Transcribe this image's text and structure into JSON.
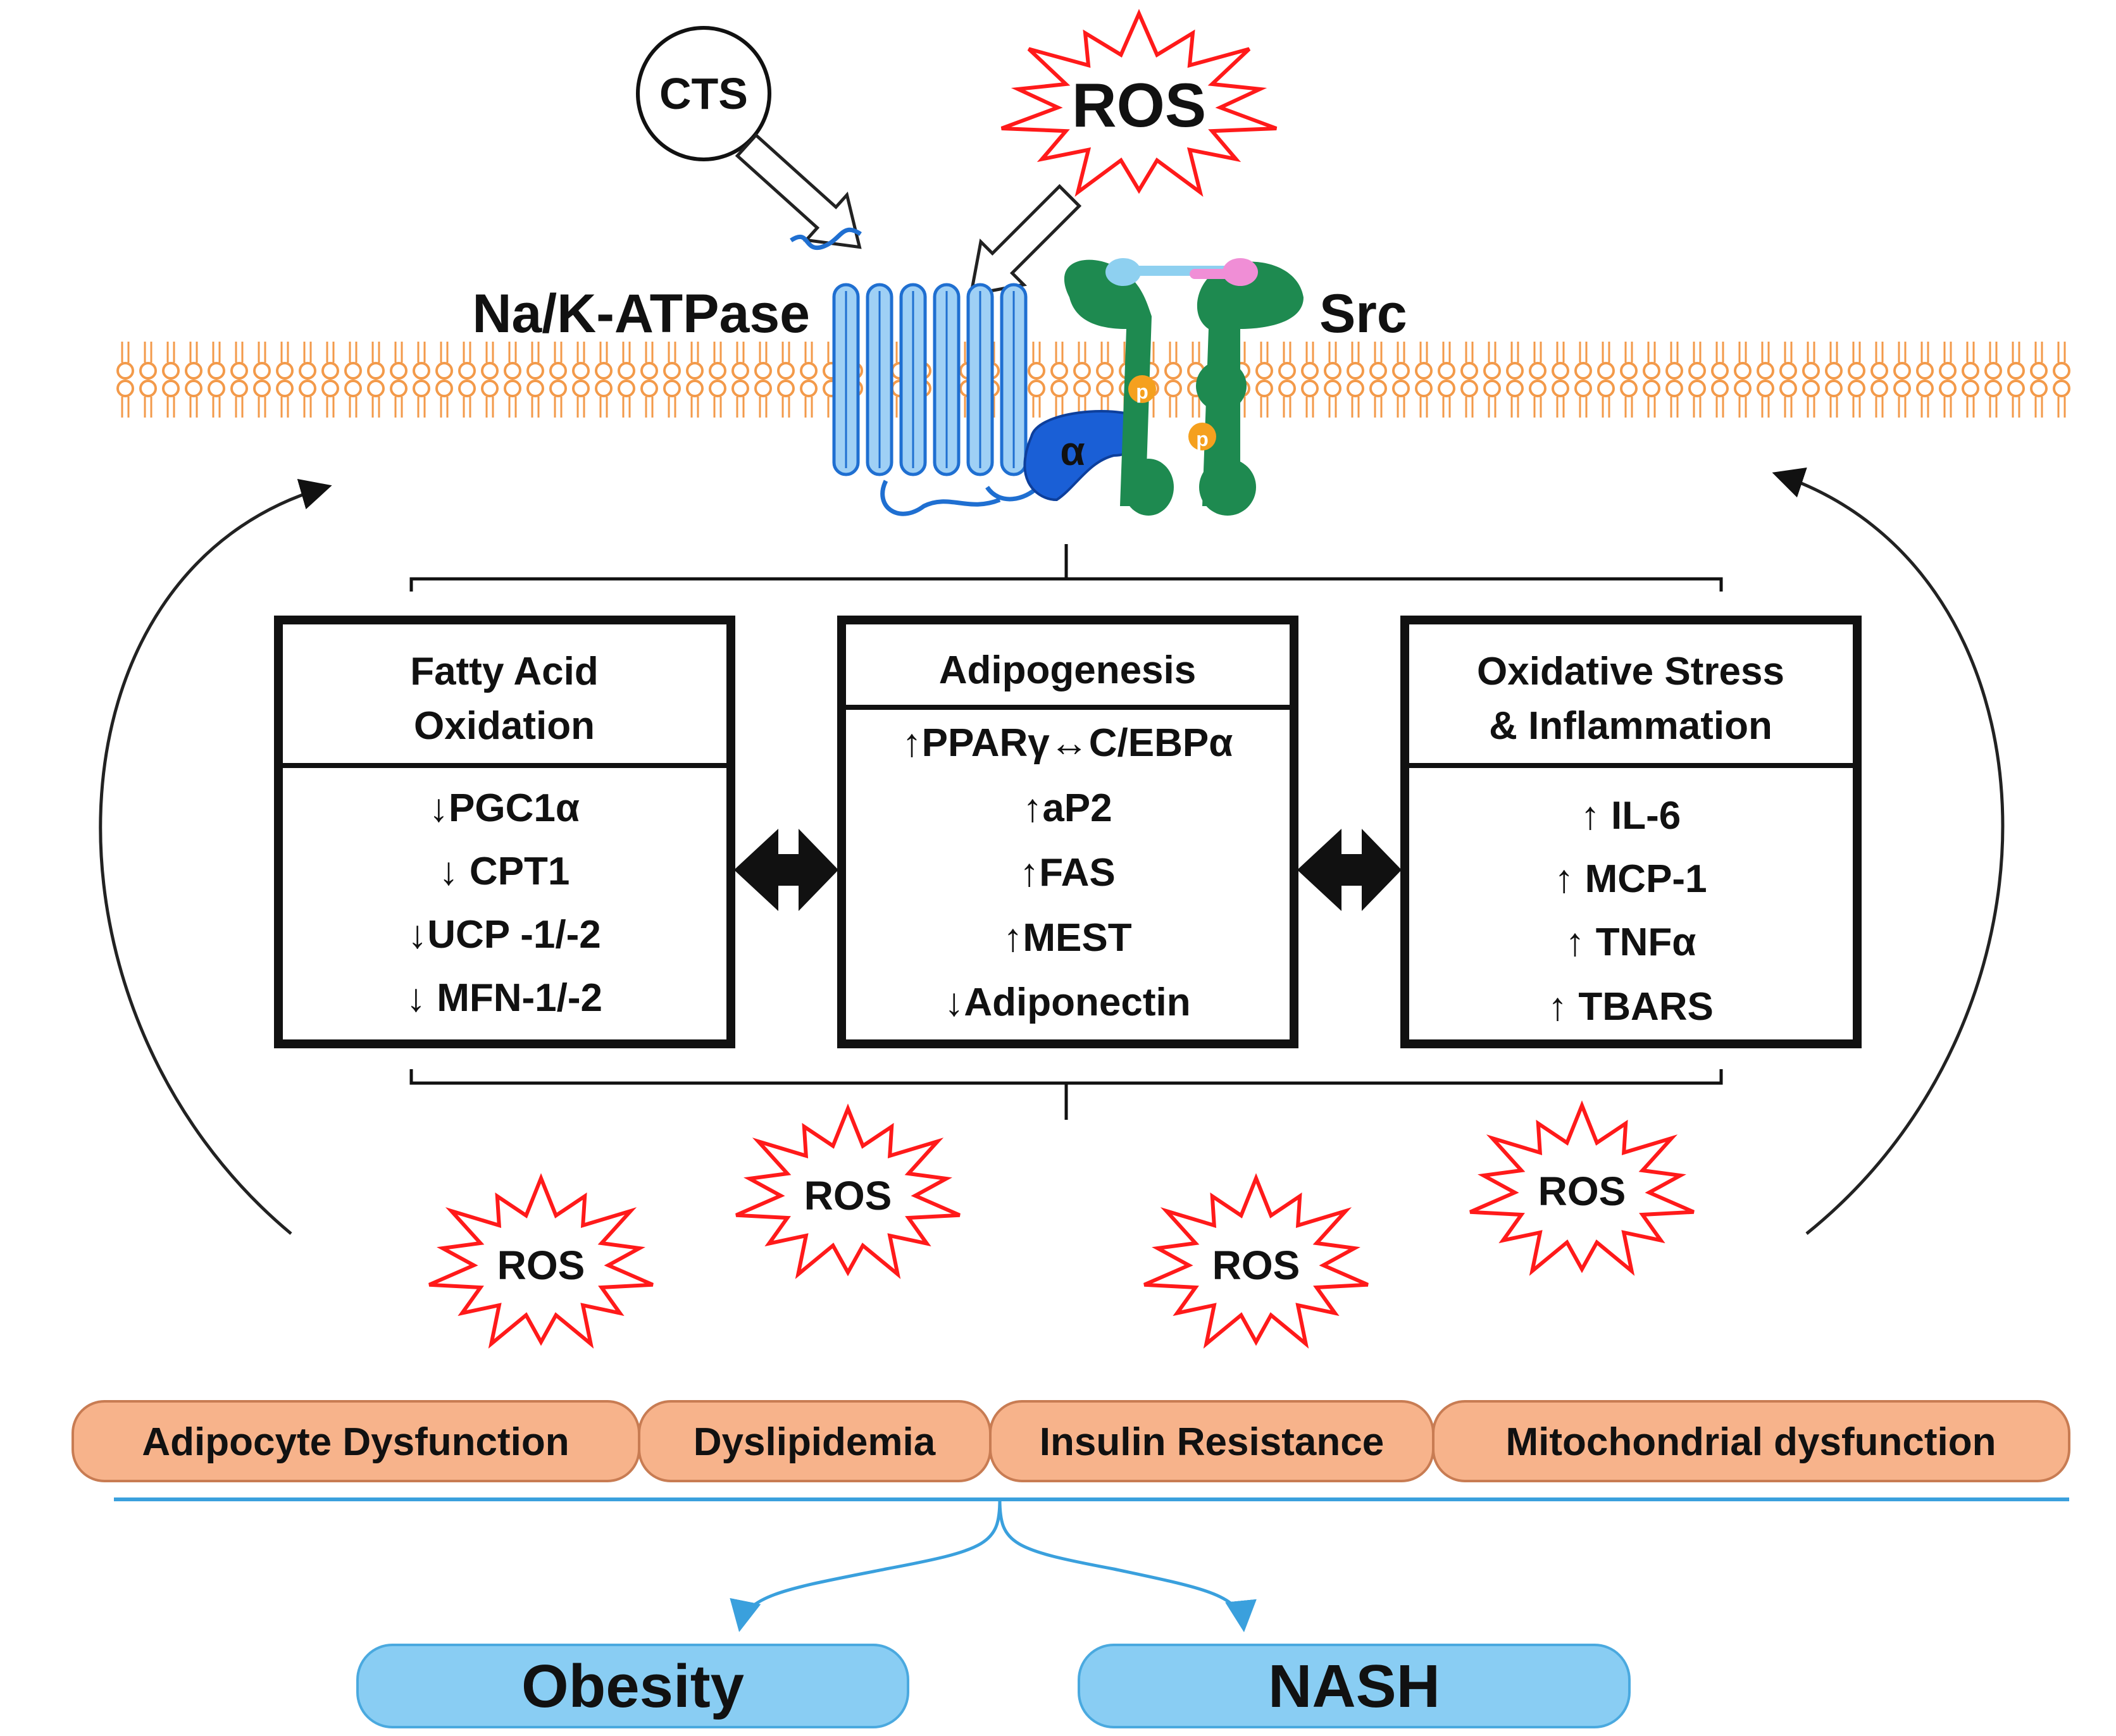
{
  "top": {
    "cts_label": "CTS",
    "ros_label": "ROS",
    "nak_label": "Na/K-ATPase",
    "src_label": "Src",
    "alpha_label": "α",
    "p_label": "p"
  },
  "boxes": {
    "fao": {
      "title_line1": "Fatty Acid",
      "title_line2": "Oxidation",
      "items": [
        "↓PGC1α",
        "↓ CPT1",
        "↓UCP -1/-2",
        "↓ MFN-1/-2"
      ]
    },
    "adipo": {
      "title": "Adipogenesis",
      "items": [
        "↑PPARγ↔C/EBPα",
        "↑aP2",
        "↑FAS",
        "↑MEST",
        "↓Adiponectin"
      ]
    },
    "ox": {
      "title_line1": "Oxidative Stress",
      "title_line2": "& Inflammation",
      "items": [
        "↑ IL-6",
        "↑ MCP-1",
        "↑ TNFα",
        "↑ TBARS"
      ]
    }
  },
  "ros_bursts": [
    "ROS",
    "ROS",
    "ROS",
    "ROS"
  ],
  "pills": [
    "Adipocyte Dysfunction",
    "Dyslipidemia",
    "Insulin Resistance",
    "Mitochondrial dysfunction"
  ],
  "outcomes": [
    "Obesity",
    "NASH"
  ],
  "colors": {
    "membrane": "#f39a4a",
    "pump": "#9fd0f5",
    "pump_stroke": "#1f6fd1",
    "alpha": "#1a5fd6",
    "src": "#1e8a50",
    "phospho": "#f5a01e",
    "ros_stroke": "#ff1a1a",
    "pill": "#f7b38b",
    "pill_stroke": "#c87c53",
    "outcome": "#89cdf3",
    "line_blue": "#3aa0dd"
  }
}
